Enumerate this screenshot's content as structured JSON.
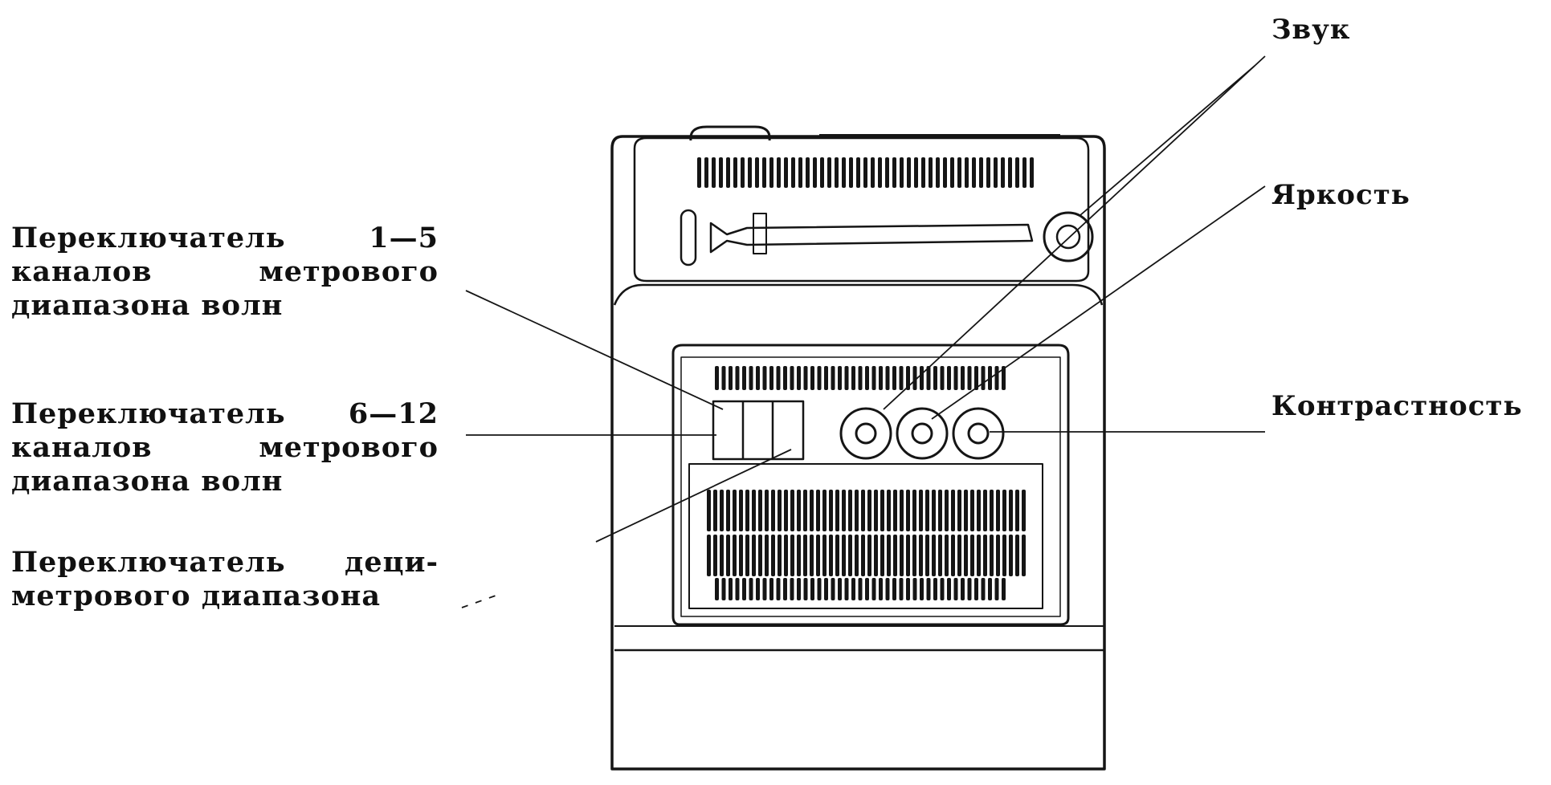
{
  "labels": {
    "zvuk": "Звук",
    "yarkost": "Яркость",
    "kontrastnost": "Контрастность",
    "sw_1_5": [
      "Переключатель 1—5",
      "каналов метрового",
      "диапазона волн"
    ],
    "sw_6_12": [
      "Переключатель 6—12",
      "каналов метрового",
      "диапазона волн"
    ],
    "sw_decimeter": [
      "Переключатель деци-",
      "метрового диапазона"
    ]
  }
}
